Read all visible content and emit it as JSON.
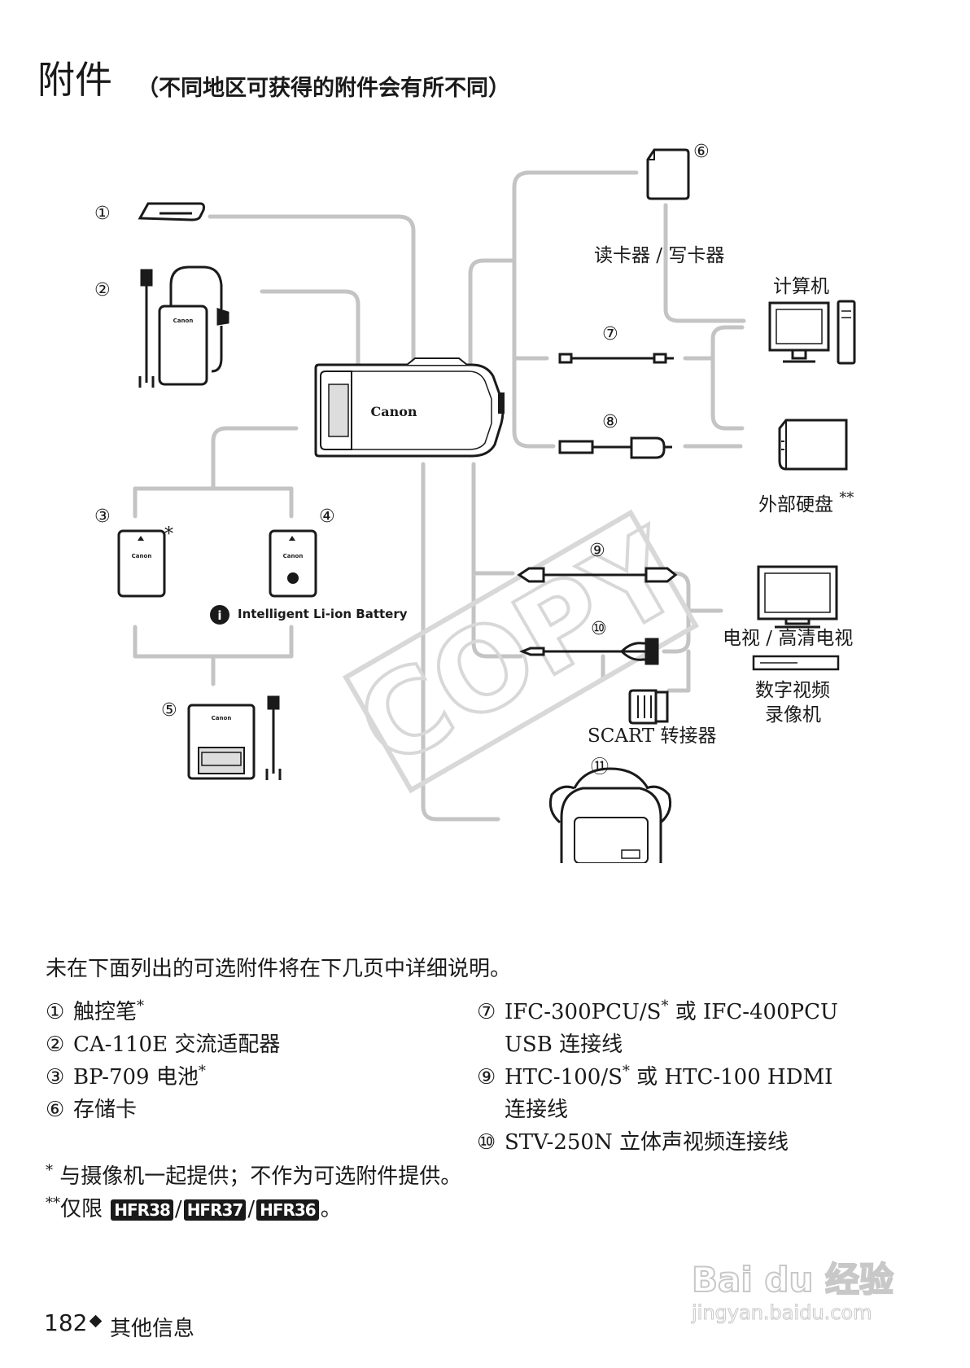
{
  "page": {
    "title": "附件",
    "subtitle": "（不同地区可获得的附件会有所不同）"
  },
  "diagram": {
    "labels": {
      "card_reader": "读卡器 / 写卡器",
      "computer": "计算机",
      "external_hdd": "外部硬盘",
      "external_hdd_mark": "**",
      "tv": "电视 / 高清电视",
      "recorder_line1": "数字视频",
      "recorder_line2": "录像机",
      "scart": "SCART 转接器",
      "battery_caption": "Intelligent Li-ion Battery",
      "battery3_mark": "*",
      "brand": "Canon",
      "watermark": "COPY"
    },
    "numbers": [
      "①",
      "②",
      "③",
      "④",
      "⑤",
      "⑥",
      "⑦",
      "⑧",
      "⑨",
      "⑩",
      "⑪"
    ]
  },
  "text": {
    "intro": "未在下面列出的可选附件将在下几页中详细说明。",
    "left_items": [
      {
        "num": "①",
        "text": "触控笔",
        "mark": "*"
      },
      {
        "num": "②",
        "text": "CA-110E 交流适配器",
        "mark": ""
      },
      {
        "num": "③",
        "text": "BP-709 电池",
        "mark": "*"
      },
      {
        "num": "⑥",
        "text": "存储卡",
        "mark": ""
      }
    ],
    "right_items": [
      {
        "num": "⑦",
        "line1a": "IFC-300PCU/S",
        "mark": "*",
        "line1b": " 或 IFC-400PCU",
        "line2": "USB 连接线"
      },
      {
        "num": "⑨",
        "line1a": "HTC-100/S",
        "mark": "*",
        "line1b": " 或 HTC-100 HDMI",
        "line2": "连接线"
      },
      {
        "num": "⑩",
        "line1a": "STV-250N 立体声视频连接线",
        "mark": "",
        "line1b": "",
        "line2": ""
      }
    ],
    "note1_mark": "*",
    "note1": " 与摄像机一起提供；不作为可选附件提供。",
    "note2_mark": "**",
    "note2": "仅限",
    "models": [
      "HFR38",
      "HFR37",
      "HFR36"
    ],
    "model_sep": "/",
    "note2_end": "。"
  },
  "footer": {
    "page_number": "182",
    "section": "其他信息"
  },
  "watermark": {
    "brand": "Bai du 经验",
    "url": "jingyan.baidu.com"
  }
}
